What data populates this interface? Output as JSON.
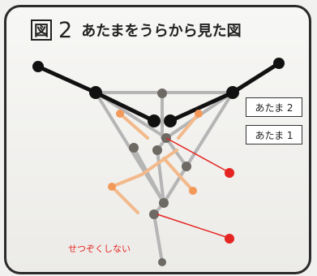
{
  "title": {
    "figure_word": "図",
    "figure_number": "2",
    "caption": "あたまをうらから見た図"
  },
  "labels": {
    "head2": "あたま 2",
    "head1": "あたま 1"
  },
  "note": "せつぞくしない",
  "colors": {
    "frame": "#2b2b2b",
    "black_rod": "#111111",
    "gray_rod": "#b5b5b5",
    "orange_rod": "#f3b98a",
    "marker": "#e52521"
  }
}
